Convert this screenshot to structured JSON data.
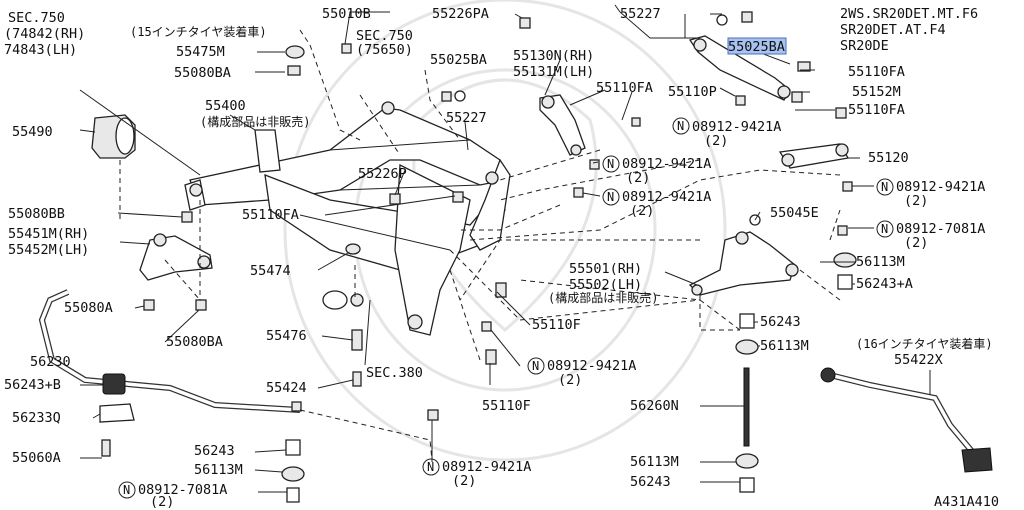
{
  "header": {
    "notes": [
      "2WS.SR20DET.MT.F6",
      "SR20DET.AT.F4",
      "SR20DE"
    ]
  },
  "sec": {
    "sec750_a": "SEC.750",
    "sec750_a_rh": "(74842(RH)",
    "sec750_a_lh": " 74843(LH)",
    "sec750_b": "SEC.750",
    "sec750_b_ref": "(75650)",
    "sec380": "SEC.380"
  },
  "notes": {
    "tire15": "(15インチタイヤ装着車)",
    "tire16": "(16インチタイヤ装着車)",
    "not_sold_1": "(構成部品は非販売)",
    "not_sold_2": "(構成部品は非販売)"
  },
  "callouts": {
    "p55010B": "55010B",
    "p55226PA": "55226PA",
    "p55227_top": "55227",
    "p55025BA": "55025BA",
    "p55475M": "55475M",
    "p55080BA_top": "55080BA",
    "p55025BA_mid": "55025BA",
    "p55130N": "55130N(RH)",
    "p55131M": "55131M(LH)",
    "p55110FA_1": "55110FA",
    "p55110FA_2": "55110FA",
    "p55110P": "55110P",
    "p55152M": "55152M",
    "p55110FA_3": "55110FA",
    "p55400": "55400",
    "p55227_mid": "55227",
    "p55490": "55490",
    "n08912_9421A_1": "08912-9421A",
    "n08912_9421A_1q": "(2)",
    "p55120": "55120",
    "n08912_9421A_2": "08912-9421A",
    "n08912_9421A_2q": "(2)",
    "n08912_9421A_3": "08912-9421A",
    "n08912_9421A_3q": "(2)",
    "n08912_9421A_4": "08912-9421A",
    "n08912_9421A_4q": "(2)",
    "p55226P": "55226P",
    "p55080BB": "55080BB",
    "p55110FA_4": "55110FA",
    "p55045E": "55045E",
    "p55451M": "55451M(RH)",
    "p55452M": "55452M(LH)",
    "n08912_7081A_1": "08912-7081A",
    "n08912_7081A_1q": "(2)",
    "p55474": "55474",
    "p56113M_1": "56113M",
    "p55501": "55501(RH)",
    "p55502": "55502(LH)",
    "p56243A": "56243+A",
    "p55080A": "55080A",
    "p55110F_1": "55110F",
    "p56243_1": "56243",
    "p55080BA_bot": "55080BA",
    "p55476": "55476",
    "p56113M_2": "56113M",
    "p56230": "56230",
    "n08912_9421A_5": "08912-9421A",
    "n08912_9421A_5q": "(2)",
    "p55422X": "55422X",
    "p56243B": "56243+B",
    "p55424": "55424",
    "p55110F_2": "55110F",
    "p56233Q": "56233Q",
    "p56260N": "56260N",
    "p55060A": "55060A",
    "p56243_2": "56243",
    "p56113M_3": "56113M",
    "p56113M_4": "56113M",
    "n08912_9421A_6": "08912-9421A",
    "n08912_9421A_6q": "(2)",
    "n08912_7081A_2": "08912-7081A",
    "n08912_7081A_2q": "(2)",
    "p56243_3": "56243",
    "n_circle": "N",
    "figure_code": "A431A410"
  },
  "colors": {
    "highlight": "#a9c3f0",
    "ink": "#222222"
  }
}
